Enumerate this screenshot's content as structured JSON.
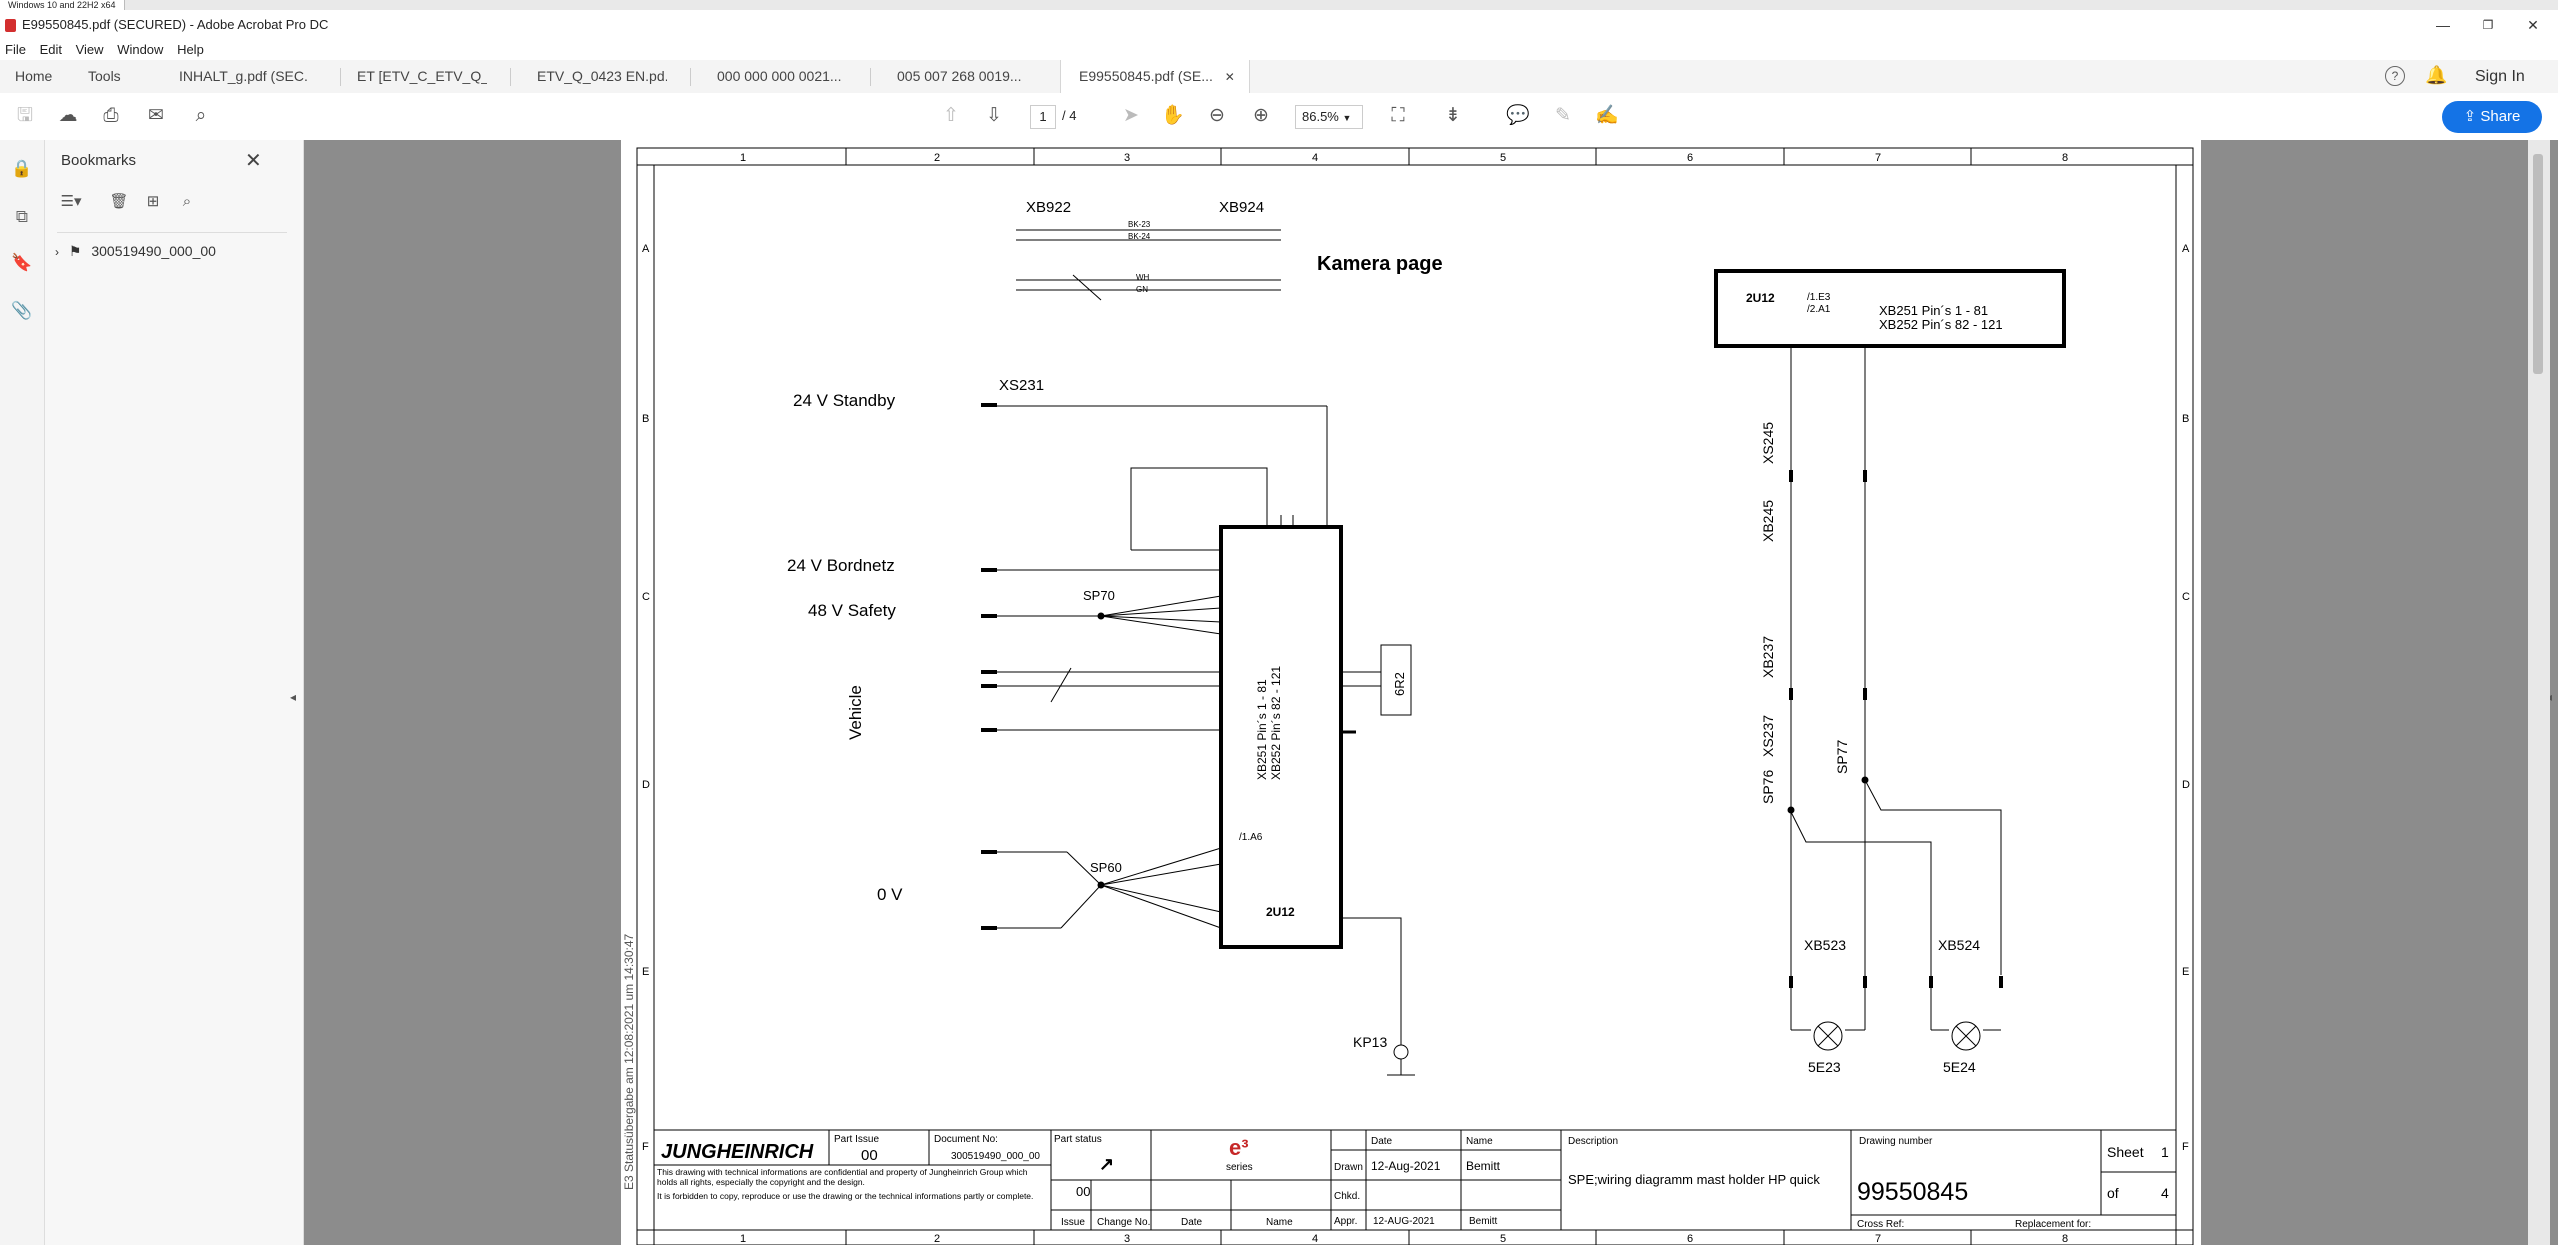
{
  "vm_tab": "Windows 10 and 22H2 x64",
  "window": {
    "title": "E99550845.pdf (SECURED) - Adobe Acrobat Pro DC",
    "min": "—",
    "max": "❐",
    "close": "✕"
  },
  "menu": [
    "File",
    "Edit",
    "View",
    "Window",
    "Help"
  ],
  "tabs": [
    {
      "label": "Home"
    },
    {
      "label": "Tools"
    },
    {
      "label": "INHALT_g.pdf (SEC..."
    },
    {
      "label": "ET [ETV_C_ETV_Q_E..."
    },
    {
      "label": "ETV_Q_0423 EN.pd..."
    },
    {
      "label": "000 000 000 0021..."
    },
    {
      "label": "005 007 268 0019..."
    },
    {
      "label": "E99550845.pdf (SE...",
      "close": "✕"
    }
  ],
  "signin": "Sign In",
  "share": "Share",
  "page_current": "1",
  "page_total": "/ 4",
  "zoom": "86.5%",
  "bookmarks": {
    "title": "Bookmarks",
    "close": "✕",
    "items": [
      {
        "label": "300519490_000_00"
      }
    ]
  },
  "drawing": {
    "columns": [
      "1",
      "2",
      "3",
      "4",
      "5",
      "6",
      "7",
      "8"
    ],
    "rows": [
      "A",
      "B",
      "C",
      "D",
      "E",
      "F"
    ],
    "title": "Kamera page",
    "connectors": {
      "xb922": "XB922",
      "xb924": "XB924",
      "xs231": "XS231",
      "sp70": "SP70",
      "sp60": "SP60",
      "kp13": "KP13",
      "xb523": "XB523",
      "xb524": "XB524",
      "e23": "5E23",
      "e24": "5E24",
      "xs245": "XS245",
      "xb245": "XB245",
      "xb237": "XB237",
      "xs237": "XS237",
      "sp76": "SP76",
      "sp77": "SP77",
      "u12": "2U12",
      "u12_ref1": "/1.E3",
      "u12_ref2": "/2.A1",
      "pins1": "XB251 Pin´s 1 - 81",
      "pins2": "XB252 Pin´s 82 - 121",
      "r6": "6R2",
      "a6": "/1.A6"
    },
    "wires": {
      "bk23": "BK-23",
      "bk24": "BK-24",
      "wh": "WH",
      "gn": "GN"
    },
    "labels": {
      "standby": "24 V Standby",
      "bordnetz": "24 V Bordnetz",
      "safety": "48 V Safety",
      "vehicle": "Vehicle",
      "zero": "0 V"
    },
    "side_note": "E3 Statusübergabe am 12:08:2021 um 14:30:47",
    "titleblock": {
      "company": "JUNGHEINRICH",
      "part_issue_label": "Part Issue",
      "part_issue": "00",
      "doc_no_label": "Document No:",
      "doc_no": "300519490_000_00",
      "part_status_label": "Part status",
      "series": "series",
      "notice1": "This drawing with technical informations are confidential and property of Jungheinrich Group which holds all rights, especially the copyright and the design.",
      "notice2": "It is forbidden to copy, reproduce or use the drawing or the technical informations partly or complete.",
      "issue_val": "00",
      "issue_label": "Issue",
      "change_label": "Change No.",
      "date_label": "Date",
      "name_label": "Name",
      "drawn": "Drawn",
      "chkd": "Chkd.",
      "appr": "Appr.",
      "date_h": "Date",
      "name_h": "Name",
      "drawn_date": "12-Aug-2021",
      "drawn_name": "Bemitt",
      "appr_date": "12-AUG-2021",
      "appr_name": "Bemitt",
      "desc_label": "Description",
      "desc": "SPE;wiring diagramm mast holder HP quick",
      "drawing_number_label": "Drawing number",
      "drawing_number": "99550845",
      "cross_ref": "Cross Ref:",
      "replacement": "Replacement for:",
      "sheet_label": "Sheet",
      "sheet": "1",
      "of_label": "of",
      "of": "4"
    }
  }
}
